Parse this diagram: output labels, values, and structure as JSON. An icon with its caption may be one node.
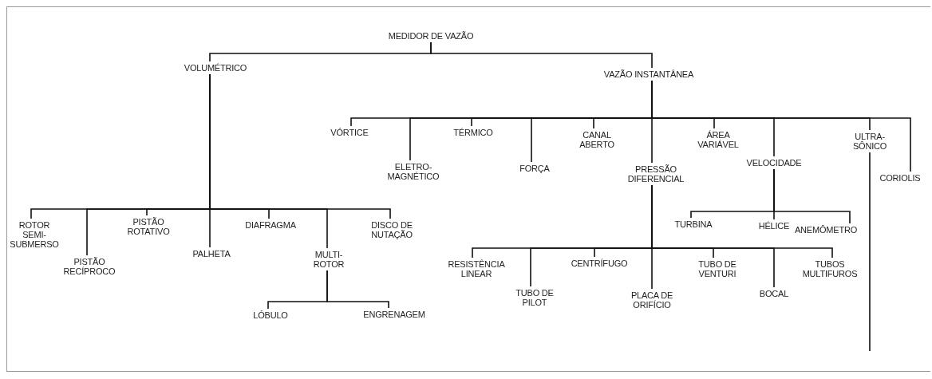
{
  "diagram": {
    "nodes": [
      {
        "text": [
          "MEDIDOR DE VAZÃO"
        ]
      },
      {
        "text": [
          "VOLUMÉTRICO"
        ]
      },
      {
        "text": [
          "VAZÃO INSTANTÂNEA"
        ]
      },
      {
        "text": [
          "ROTOR SEMI- SUBMERSO"
        ]
      },
      {
        "text": [
          "PISTÃO RECÍPROCO"
        ]
      },
      {
        "text": [
          "PISTÃO ROTATIVO"
        ]
      },
      {
        "text": [
          "PALHETA"
        ]
      },
      {
        "text": [
          "DIAFRAGMA"
        ]
      },
      {
        "text": [
          "MULTI- ROTOR"
        ]
      },
      {
        "text": [
          "DISCO DE NUTAÇÃO"
        ]
      },
      {
        "text": [
          "LÓBULO"
        ]
      },
      {
        "text": [
          "ENGRENAGEM"
        ]
      },
      {
        "text": [
          "VÓRTICE"
        ]
      },
      {
        "text": [
          "ELETRO- MAGNÉTICO"
        ]
      },
      {
        "text": [
          "TÉRMICO"
        ]
      },
      {
        "text": [
          "FORÇA"
        ]
      },
      {
        "text": [
          "CANAL ABERTO"
        ]
      },
      {
        "text": [
          "PRESSÃO DIFERENCIAL"
        ]
      },
      {
        "text": [
          "ÁREA VARIÁVEL"
        ]
      },
      {
        "text": [
          "VELOCIDADE"
        ]
      },
      {
        "text": [
          "ULTRA- SÔNICO"
        ]
      },
      {
        "text": [
          "CORIOLIS"
        ]
      },
      {
        "text": [
          "TURBINA"
        ]
      },
      {
        "text": [
          "HÉLICE"
        ]
      },
      {
        "text": [
          "ANEMÔMETRO"
        ]
      },
      {
        "text": [
          "RESISTÊNCIA LINEAR"
        ]
      },
      {
        "text": [
          "TUBO DE PILOT"
        ]
      },
      {
        "text": [
          "CENTRÍFUGO"
        ]
      },
      {
        "text": [
          "PLACA DE ORIFÍCIO"
        ]
      },
      {
        "text": [
          "TUBO DE VENTURI"
        ]
      },
      {
        "text": [
          "BOCAL"
        ]
      },
      {
        "text": [
          "TUBOS MULTIFUROS"
        ]
      }
    ],
    "edges": [
      {
        "from": 0,
        "to": 1,
        "arrow": "none"
      },
      {
        "from": 0,
        "to": 2,
        "arrow": "none"
      },
      {
        "from": 1,
        "to": 3,
        "arrow": "none"
      },
      {
        "from": 1,
        "to": 4,
        "arrow": "none"
      },
      {
        "from": 1,
        "to": 5,
        "arrow": "none"
      },
      {
        "from": 1,
        "to": 6,
        "arrow": "none"
      },
      {
        "from": 1,
        "to": 7,
        "arrow": "none"
      },
      {
        "from": 1,
        "to": 8,
        "arrow": "none"
      },
      {
        "from": 1,
        "to": 9,
        "arrow": "none"
      },
      {
        "from": 8,
        "to": 10,
        "arrow": "none"
      },
      {
        "from": 8,
        "to": 11,
        "arrow": "none"
      },
      {
        "from": 2,
        "to": 12,
        "arrow": "none"
      },
      {
        "from": 2,
        "to": 13,
        "arrow": "none"
      },
      {
        "from": 2,
        "to": 14,
        "arrow": "none"
      },
      {
        "from": 2,
        "to": 15,
        "arrow": "none"
      },
      {
        "from": 2,
        "to": 16,
        "arrow": "none"
      },
      {
        "from": 2,
        "to": 17,
        "arrow": "none"
      },
      {
        "from": 2,
        "to": 18,
        "arrow": "none"
      },
      {
        "from": 2,
        "to": 19,
        "arrow": "none"
      },
      {
        "from": 2,
        "to": 20,
        "arrow": "none"
      },
      {
        "from": 2,
        "to": 21,
        "arrow": "none"
      },
      {
        "from": 19,
        "to": 22,
        "arrow": "none"
      },
      {
        "from": 19,
        "to": 23,
        "arrow": "none"
      },
      {
        "from": 19,
        "to": 24,
        "arrow": "none"
      },
      {
        "from": 17,
        "to": 25,
        "arrow": "none"
      },
      {
        "from": 17,
        "to": 26,
        "arrow": "none"
      },
      {
        "from": 17,
        "to": 27,
        "arrow": "none"
      },
      {
        "from": 17,
        "to": 28,
        "arrow": "none"
      },
      {
        "from": 17,
        "to": 29,
        "arrow": "none"
      },
      {
        "from": 17,
        "to": 30,
        "arrow": "none"
      },
      {
        "from": 17,
        "to": 31,
        "arrow": "none"
      },
      {
        "from": 20,
        "to": null,
        "arrow": "none"
      }
    ]
  }
}
